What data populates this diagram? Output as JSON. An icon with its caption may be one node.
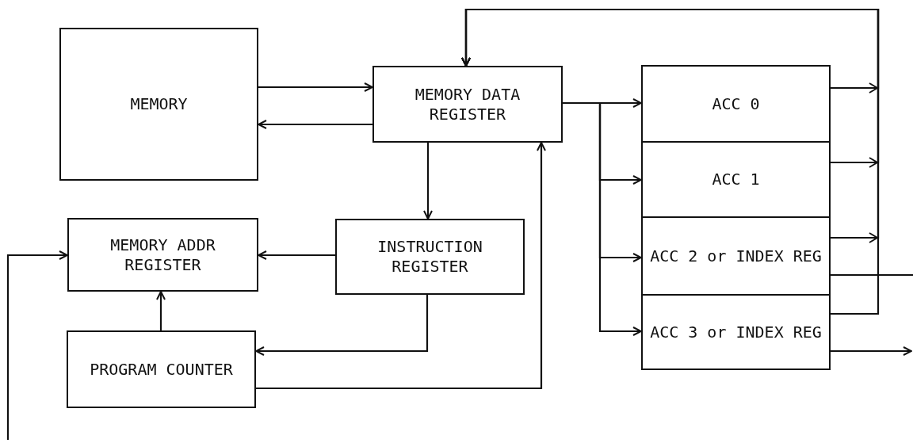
{
  "diagram": {
    "nodes": [
      {
        "text": [
          "MEMORY"
        ]
      },
      {
        "text": [
          "MEMORY DATA REGISTER"
        ]
      },
      {
        "text": [
          "ACC 0"
        ]
      },
      {
        "text": [
          "ACC 1"
        ]
      },
      {
        "text": [
          "ACC 2 or INDEX REG"
        ]
      },
      {
        "text": [
          "ACC 3 or INDEX REG"
        ]
      },
      {
        "text": [
          "MEMORY ADDR REGISTER"
        ]
      },
      {
        "text": [
          "INSTRUCTION REGISTER"
        ]
      },
      {
        "text": [
          "PROGRAM COUNTER"
        ]
      }
    ],
    "edges": [
      {
        "from": 0,
        "to": 1,
        "arrow": "to"
      },
      {
        "from": 1,
        "to": 0,
        "arrow": "to"
      },
      {
        "from": 1,
        "to": 7,
        "arrow": "to"
      },
      {
        "from": 1,
        "to": 2,
        "arrow": "to"
      },
      {
        "from": 1,
        "to": 3,
        "arrow": "to"
      },
      {
        "from": 1,
        "to": 4,
        "arrow": "to"
      },
      {
        "from": 1,
        "to": 5,
        "arrow": "to"
      },
      {
        "from": 2,
        "to": 1,
        "arrow": "to"
      },
      {
        "from": 3,
        "to": 1,
        "arrow": "to"
      },
      {
        "from": 4,
        "to": 1,
        "arrow": "to"
      },
      {
        "from": 5,
        "to": 1,
        "arrow": "to"
      },
      {
        "from": 4,
        "to": null,
        "arrow": "none"
      },
      {
        "from": 5,
        "to": null,
        "arrow": "to"
      },
      {
        "from": 7,
        "to": 6,
        "arrow": "to"
      },
      {
        "from": 7,
        "to": 8,
        "arrow": "to"
      },
      {
        "from": 8,
        "to": 6,
        "arrow": "to"
      },
      {
        "from": 8,
        "to": 1,
        "arrow": "to"
      },
      {
        "from": null,
        "to": 6,
        "arrow": "to"
      }
    ]
  }
}
